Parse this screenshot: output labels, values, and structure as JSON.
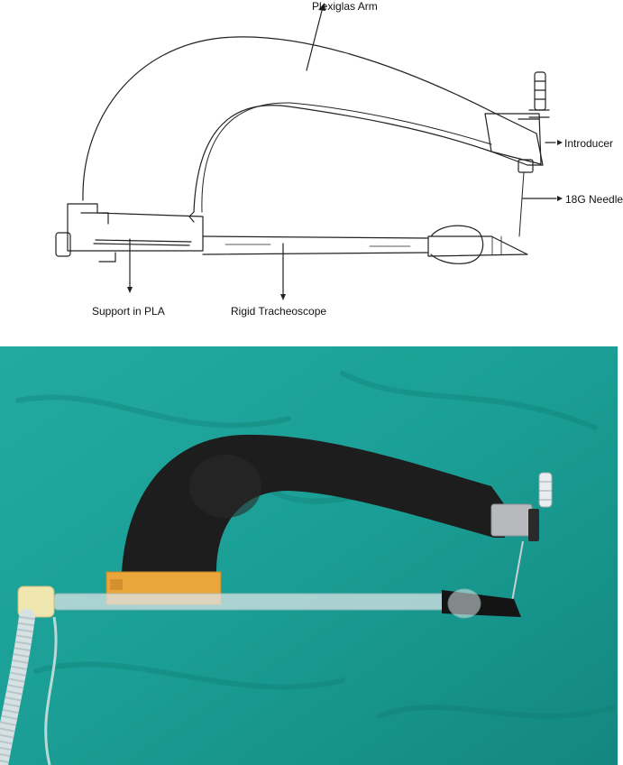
{
  "diagram": {
    "labels": {
      "plexiglas_arm": "Plexiglas Arm",
      "introducer": "Introducer",
      "needle": "18G Needle",
      "support": "Support in PLA",
      "tracheoscope": "Rigid Tracheoscope"
    }
  },
  "photo": {
    "colors": {
      "drape": "#1a9e95",
      "drape_dark": "#0f7a72",
      "arm": "#1e1d1d",
      "support": "#e9a63a",
      "clamp": "#b7b9bc",
      "scope": "#d9e4e6",
      "tip": "#141414"
    }
  }
}
